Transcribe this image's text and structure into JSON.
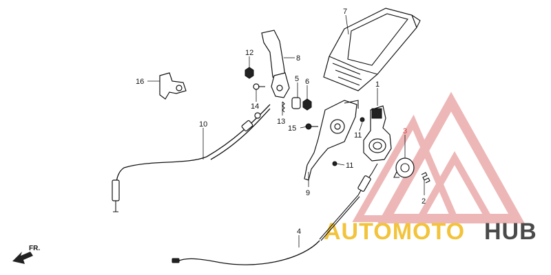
{
  "watermark": {
    "brand_part1": "AUTOMOTO",
    "brand_part2": "HUB",
    "colors": {
      "triangle": "#e8a0a0",
      "auto": "#f2c33b",
      "hub": "#4a4a4a"
    }
  },
  "direction_indicator": {
    "label": "FR."
  },
  "callouts": [
    {
      "id": "1",
      "text": "1"
    },
    {
      "id": "2",
      "text": "2"
    },
    {
      "id": "3",
      "text": "3"
    },
    {
      "id": "4",
      "text": "4"
    },
    {
      "id": "5",
      "text": "5"
    },
    {
      "id": "6",
      "text": "6"
    },
    {
      "id": "7",
      "text": "7"
    },
    {
      "id": "8",
      "text": "8"
    },
    {
      "id": "9",
      "text": "9"
    },
    {
      "id": "10",
      "text": "10"
    },
    {
      "id": "11a",
      "text": "11"
    },
    {
      "id": "11b",
      "text": "11"
    },
    {
      "id": "12",
      "text": "12"
    },
    {
      "id": "13",
      "text": "13"
    },
    {
      "id": "14",
      "text": "14"
    },
    {
      "id": "15",
      "text": "15"
    },
    {
      "id": "16",
      "text": "16"
    }
  ]
}
